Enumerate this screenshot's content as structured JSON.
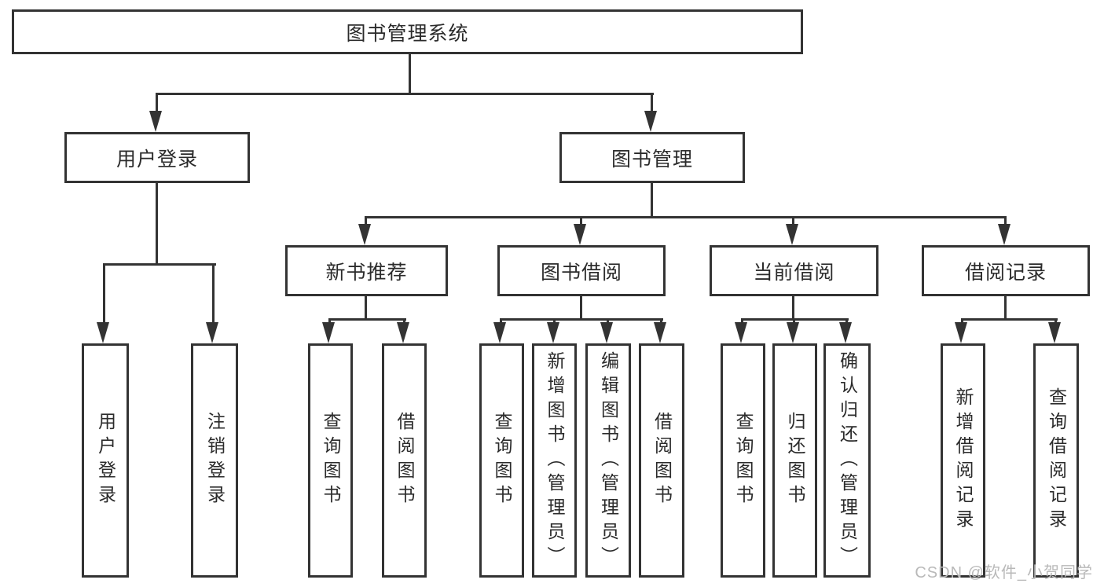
{
  "diagram_title": "图书管理系统",
  "colors": {
    "line": "#333333",
    "box_background": "#ffffff",
    "text": "#2b2b2b",
    "watermark": "#b9b9b9"
  },
  "watermark": {
    "text": "CSDN @软件_小贺同学"
  },
  "nodes": {
    "root": "图书管理系统",
    "userLogin": "用户登录",
    "bookManagement": "图书管理",
    "newBookRecommend": "新书推荐",
    "bookBorrow": "图书借阅",
    "currentBorrow": "当前借阅",
    "borrowRecords": "借阅记录",
    "leafUserLogin": "用户登录",
    "leafLogout": "注销登录",
    "recQueryBooks": "查询图书",
    "recBorrowBooks": "借阅图书",
    "bbQueryBooks": "查询图书",
    "bbAddBooks": "新增图书（管理员）",
    "bbEditBooks": "编辑图书（管理员）",
    "bbBorrowBooks": "借阅图书",
    "cbQueryBooks": "查询图书",
    "cbReturnBooks": "归还图书",
    "cbConfirmReturn": "确认归还（管理员）",
    "brAddRecord": "新增借阅记录",
    "brQueryRecord": "查询借阅记录"
  },
  "hierarchy": {
    "图书管理系统": [
      "用户登录",
      "图书管理"
    ],
    "用户登录": [
      "用户登录",
      "注销登录"
    ],
    "图书管理": [
      "新书推荐",
      "图书借阅",
      "当前借阅",
      "借阅记录"
    ],
    "新书推荐": [
      "查询图书",
      "借阅图书"
    ],
    "图书借阅": [
      "查询图书",
      "新增图书（管理员）",
      "编辑图书（管理员）",
      "借阅图书"
    ],
    "当前借阅": [
      "查询图书",
      "归还图书",
      "确认归还（管理员）"
    ],
    "借阅记录": [
      "新增借阅记录",
      "查询借阅记录"
    ]
  }
}
